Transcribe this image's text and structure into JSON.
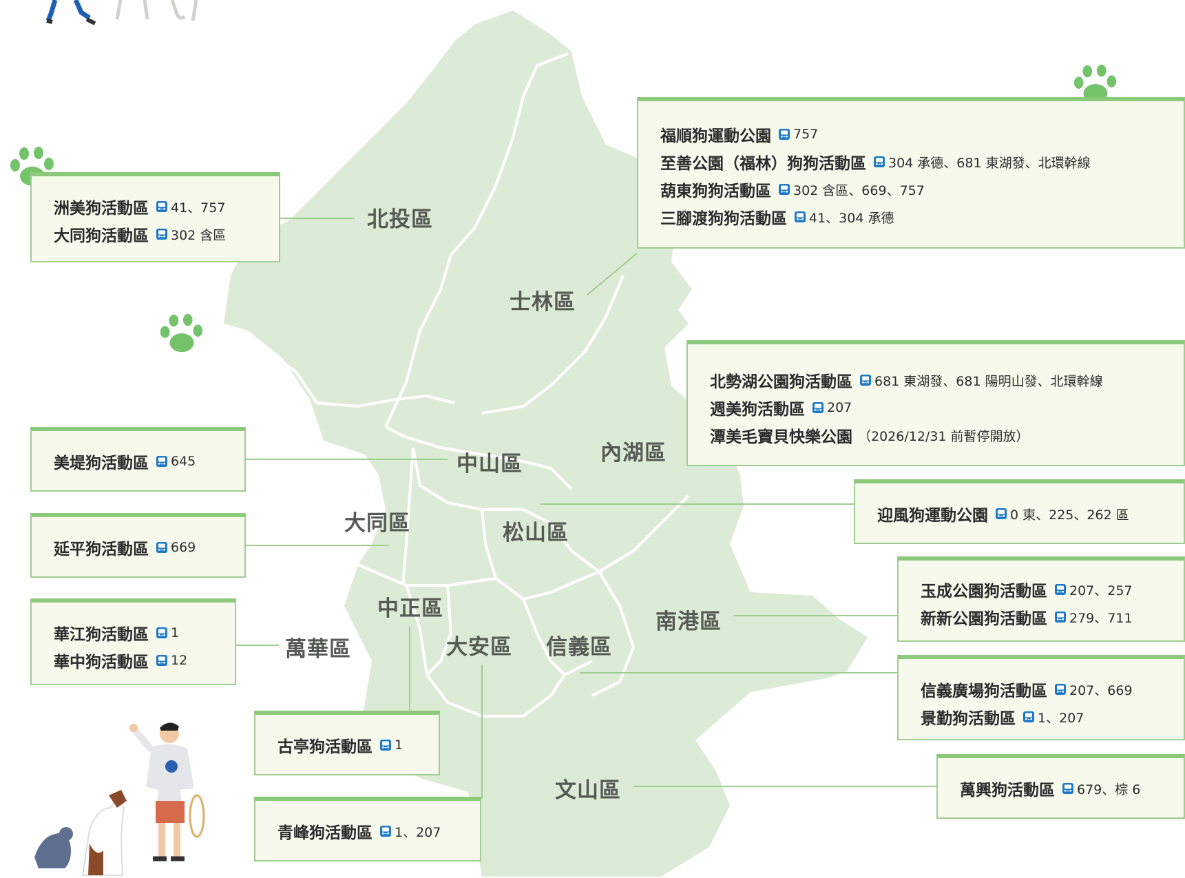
{
  "colors": {
    "land": "#dcebd6",
    "border_line": "#ffffff",
    "box_bg": "#f7f9ec",
    "box_border": "#8cc97a",
    "leader_line": "#9dce8f",
    "paw": "#74c36a",
    "bus_icon": "#1c78c8"
  },
  "icons": {
    "bus": "bus-icon",
    "paw": "paw-print-icon"
  },
  "districts": [
    {
      "id": "beitou",
      "label": "北投區"
    },
    {
      "id": "shilin",
      "label": "士林區"
    },
    {
      "id": "neihu",
      "label": "內湖區"
    },
    {
      "id": "zhongshan",
      "label": "中山區"
    },
    {
      "id": "datong",
      "label": "大同區"
    },
    {
      "id": "songshan",
      "label": "松山區"
    },
    {
      "id": "zhongzheng",
      "label": "中正區"
    },
    {
      "id": "wanhua",
      "label": "萬華區"
    },
    {
      "id": "daan",
      "label": "大安區"
    },
    {
      "id": "xinyi",
      "label": "信義區"
    },
    {
      "id": "nangang",
      "label": "南港區"
    },
    {
      "id": "wenshan",
      "label": "文山區"
    }
  ],
  "boxes": [
    {
      "id": "shilin",
      "items": [
        {
          "name": "福順狗運動公園",
          "routes": "757"
        },
        {
          "name": "至善公園（福林）狗狗活動區",
          "routes": "304 承德、681 東湖發、北環幹線"
        },
        {
          "name": "葫東狗狗活動區",
          "routes": "302 含區、669、757"
        },
        {
          "name": "三腳渡狗狗活動區",
          "routes": "41、304 承德"
        }
      ]
    },
    {
      "id": "beitou",
      "items": [
        {
          "name": "洲美狗活動區",
          "routes": "41、757"
        },
        {
          "name": "大同狗活動區",
          "routes": "302 含區"
        }
      ]
    },
    {
      "id": "neihu",
      "items": [
        {
          "name": "北勢湖公園狗活動區",
          "routes": "681 東湖發、681 陽明山發、北環幹線"
        },
        {
          "name": "週美狗活動區",
          "routes": "207"
        },
        {
          "name": "潭美毛寶貝快樂公園",
          "note": "（2026/12/31 前暫停開放）"
        }
      ]
    },
    {
      "id": "zhongshan",
      "items": [
        {
          "name": "美堤狗活動區",
          "routes": "645"
        }
      ]
    },
    {
      "id": "songshan",
      "items": [
        {
          "name": "迎風狗運動公園",
          "routes": "0 東、225、262 區"
        }
      ]
    },
    {
      "id": "datong",
      "items": [
        {
          "name": "延平狗活動區",
          "routes": "669"
        }
      ]
    },
    {
      "id": "nangang",
      "items": [
        {
          "name": "玉成公園狗活動區",
          "routes": "207、257"
        },
        {
          "name": "新新公園狗活動區",
          "routes": "279、711"
        }
      ]
    },
    {
      "id": "wanhua",
      "items": [
        {
          "name": "華江狗活動區",
          "routes": "1"
        },
        {
          "name": "華中狗活動區",
          "routes": "12"
        }
      ]
    },
    {
      "id": "xinyi",
      "items": [
        {
          "name": "信義廣場狗活動區",
          "routes": "207、669"
        },
        {
          "name": "景勤狗活動區",
          "routes": "1、207"
        }
      ]
    },
    {
      "id": "zhongzheng",
      "items": [
        {
          "name": "古亭狗活動區",
          "routes": "1"
        }
      ]
    },
    {
      "id": "wenshan",
      "items": [
        {
          "name": "萬興狗活動區",
          "routes": "679、棕 6"
        }
      ]
    },
    {
      "id": "daan",
      "items": [
        {
          "name": "青峰狗活動區",
          "routes": "1、207"
        }
      ]
    }
  ]
}
